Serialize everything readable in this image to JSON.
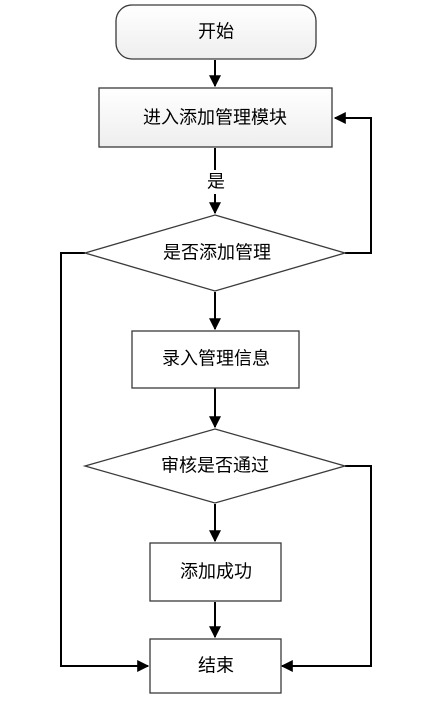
{
  "diagram": {
    "type": "flowchart",
    "nodes": {
      "start": "开始",
      "enter_module": "进入添加管理模块",
      "decision_add": "是否添加管理",
      "input_info": "录入管理信息",
      "decision_review": "审核是否通过",
      "add_success": "添加成功",
      "end": "结束"
    },
    "edge_labels": {
      "yes": "是"
    },
    "colors": {
      "stroke": "#3a3a3a",
      "arrow": "#000000",
      "fill": "#ffffff",
      "shade": "#eeeeee"
    }
  }
}
